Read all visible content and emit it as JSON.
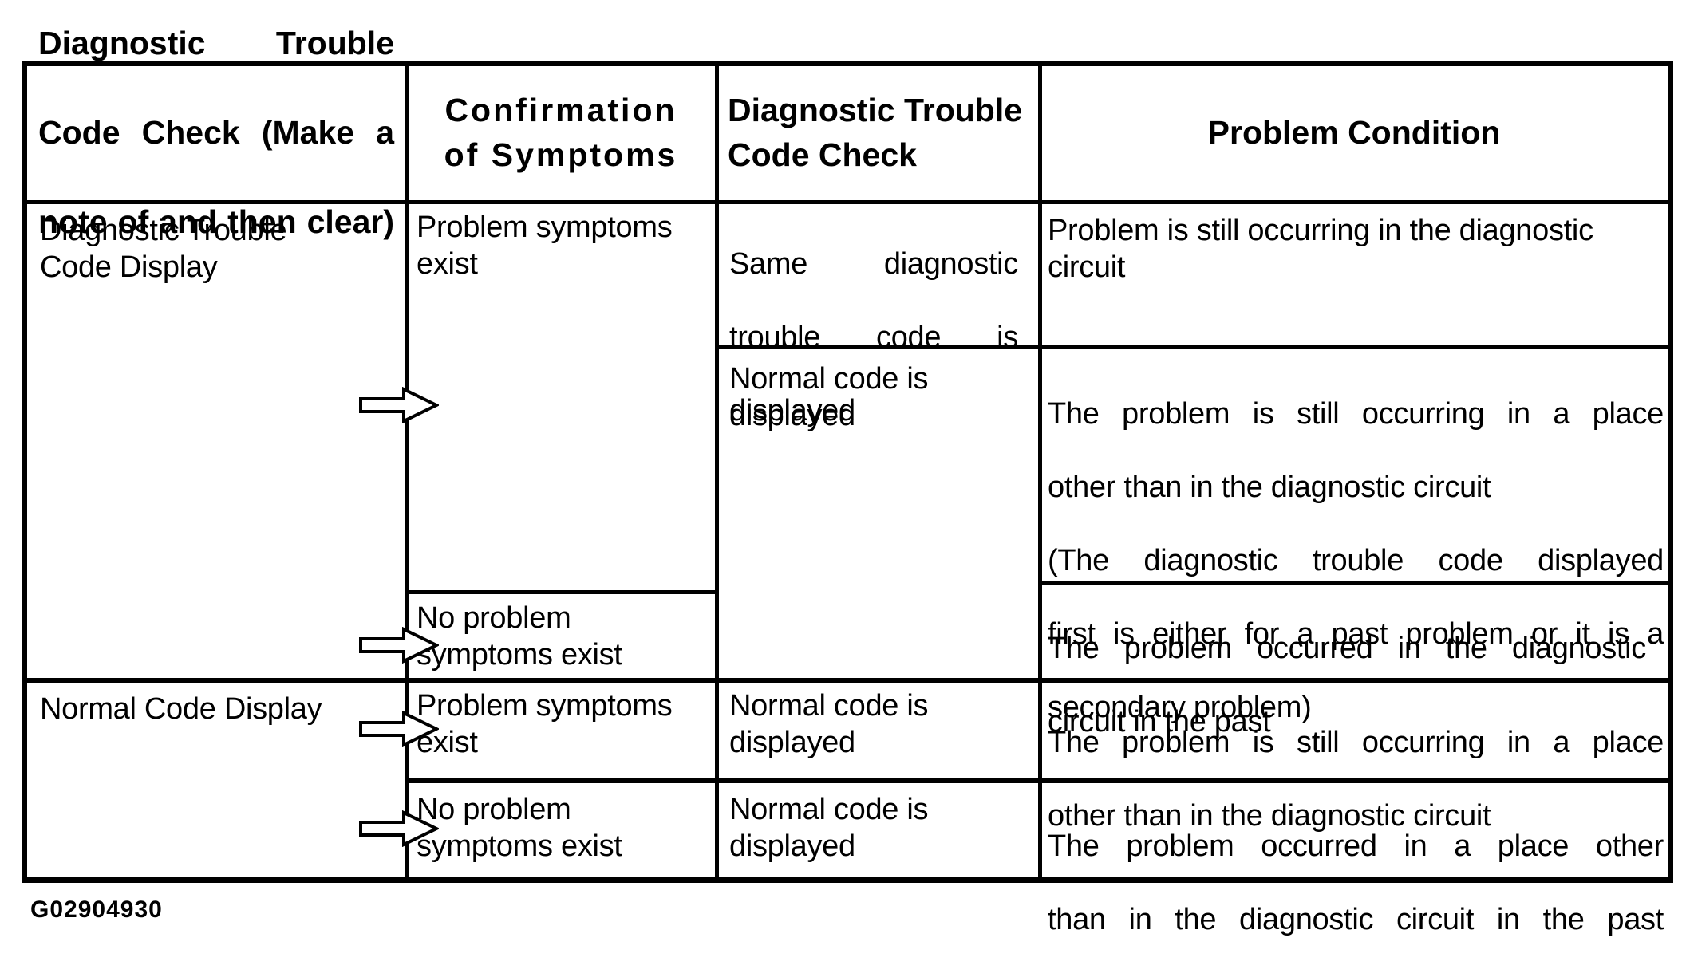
{
  "meta": {
    "figure_code": "G02904930",
    "colors": {
      "line": "#000000",
      "text": "#000000",
      "background": "#ffffff",
      "arrow_fill": "#ffffff"
    },
    "icons": {
      "pointer": "right-block-arrow"
    }
  },
  "table": {
    "header": {
      "col1_lines": [
        "Diagnostic Trouble",
        "Code Check (Make a",
        "note of and then clear)"
      ],
      "col2_lines": [
        "Confirmation",
        "of Symptoms"
      ],
      "col3_lines": [
        "Diagnostic Trouble",
        "Code Check"
      ],
      "col4": "Problem Condition"
    },
    "body": {
      "dtc_display_label": [
        "Diagnostic Trouble",
        "Code Display"
      ],
      "normal_display_label": "Normal Code Display",
      "r1_symptoms": [
        "Problem symptoms",
        "exist"
      ],
      "r1_code_check": [
        "Same diagnostic",
        "trouble code is",
        "displayed"
      ],
      "r1_condition": [
        "Problem is still occurring in the diagnostic",
        "circuit"
      ],
      "r2_code_check": [
        "Normal code is",
        "displayed"
      ],
      "r2_condition": [
        "The problem is still occurring in a place",
        "other than in the diagnostic circuit"
      ],
      "r2_note": [
        "(The diagnostic trouble code displayed",
        "first is either for a past problem or it is a",
        "secondary problem)"
      ],
      "r3_symptoms": [
        "No problem",
        "symptoms exist"
      ],
      "r3_condition": [
        "The problem occurred in the diagnostic",
        "circuit in the past"
      ],
      "r4_symptoms": [
        "Problem symptoms",
        "exist"
      ],
      "r4_code_check": [
        "Normal code is",
        "displayed"
      ],
      "r4_condition": [
        "The problem is still occurring in a place",
        "other than in the diagnostic circuit"
      ],
      "r5_symptoms": [
        "No problem",
        "symptoms exist"
      ],
      "r5_code_check": [
        "Normal code is",
        "displayed"
      ],
      "r5_condition": [
        "The problem occurred in a place other",
        "than in the diagnostic circuit in the past"
      ]
    }
  }
}
